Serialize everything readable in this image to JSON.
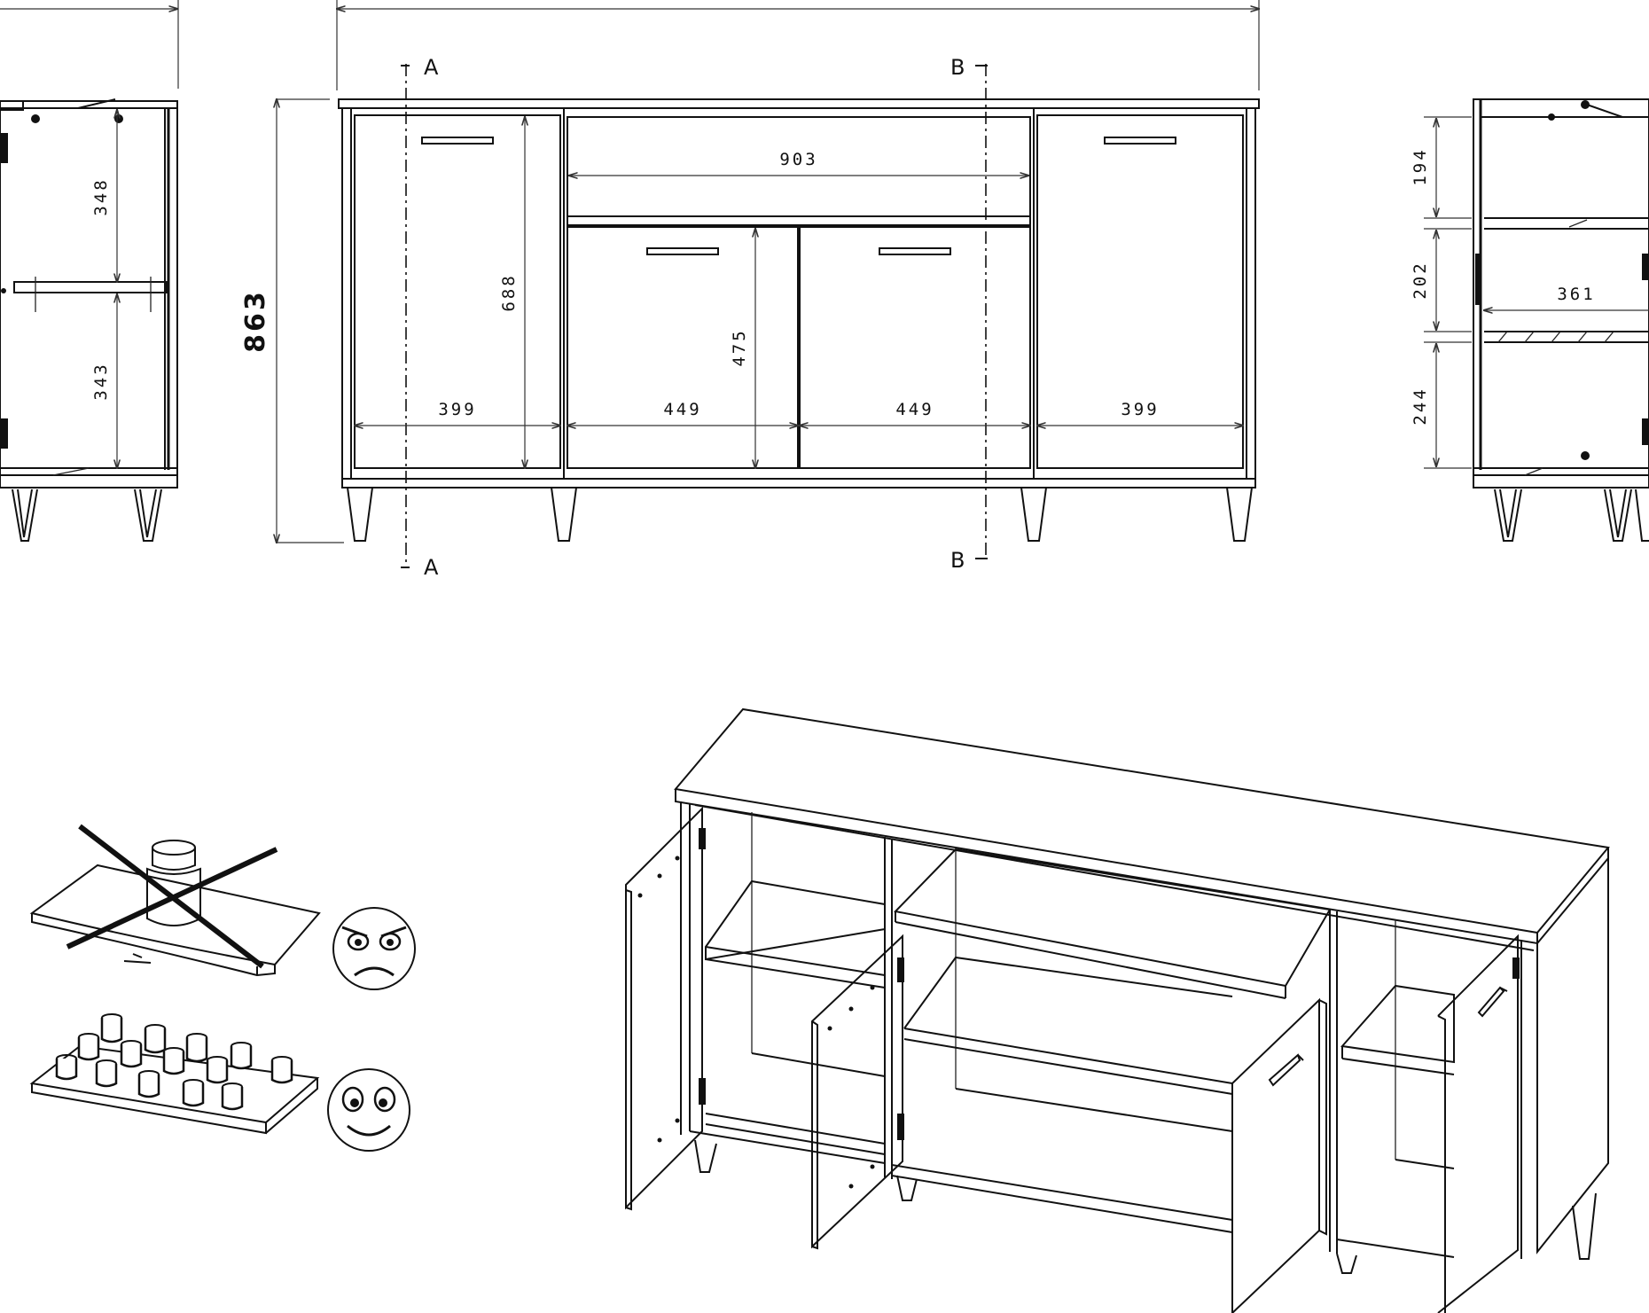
{
  "front_view": {
    "height": "863",
    "drawer_width": "903",
    "side_door_height": "688",
    "inner_door_height": "475",
    "widths": [
      "399",
      "449",
      "449",
      "399"
    ],
    "section_a": "A",
    "section_b": "B"
  },
  "left_section": {
    "upper_height": "348",
    "lower_height": "343"
  },
  "right_section": {
    "heights": [
      "194",
      "202",
      "244"
    ],
    "depth": "361"
  }
}
